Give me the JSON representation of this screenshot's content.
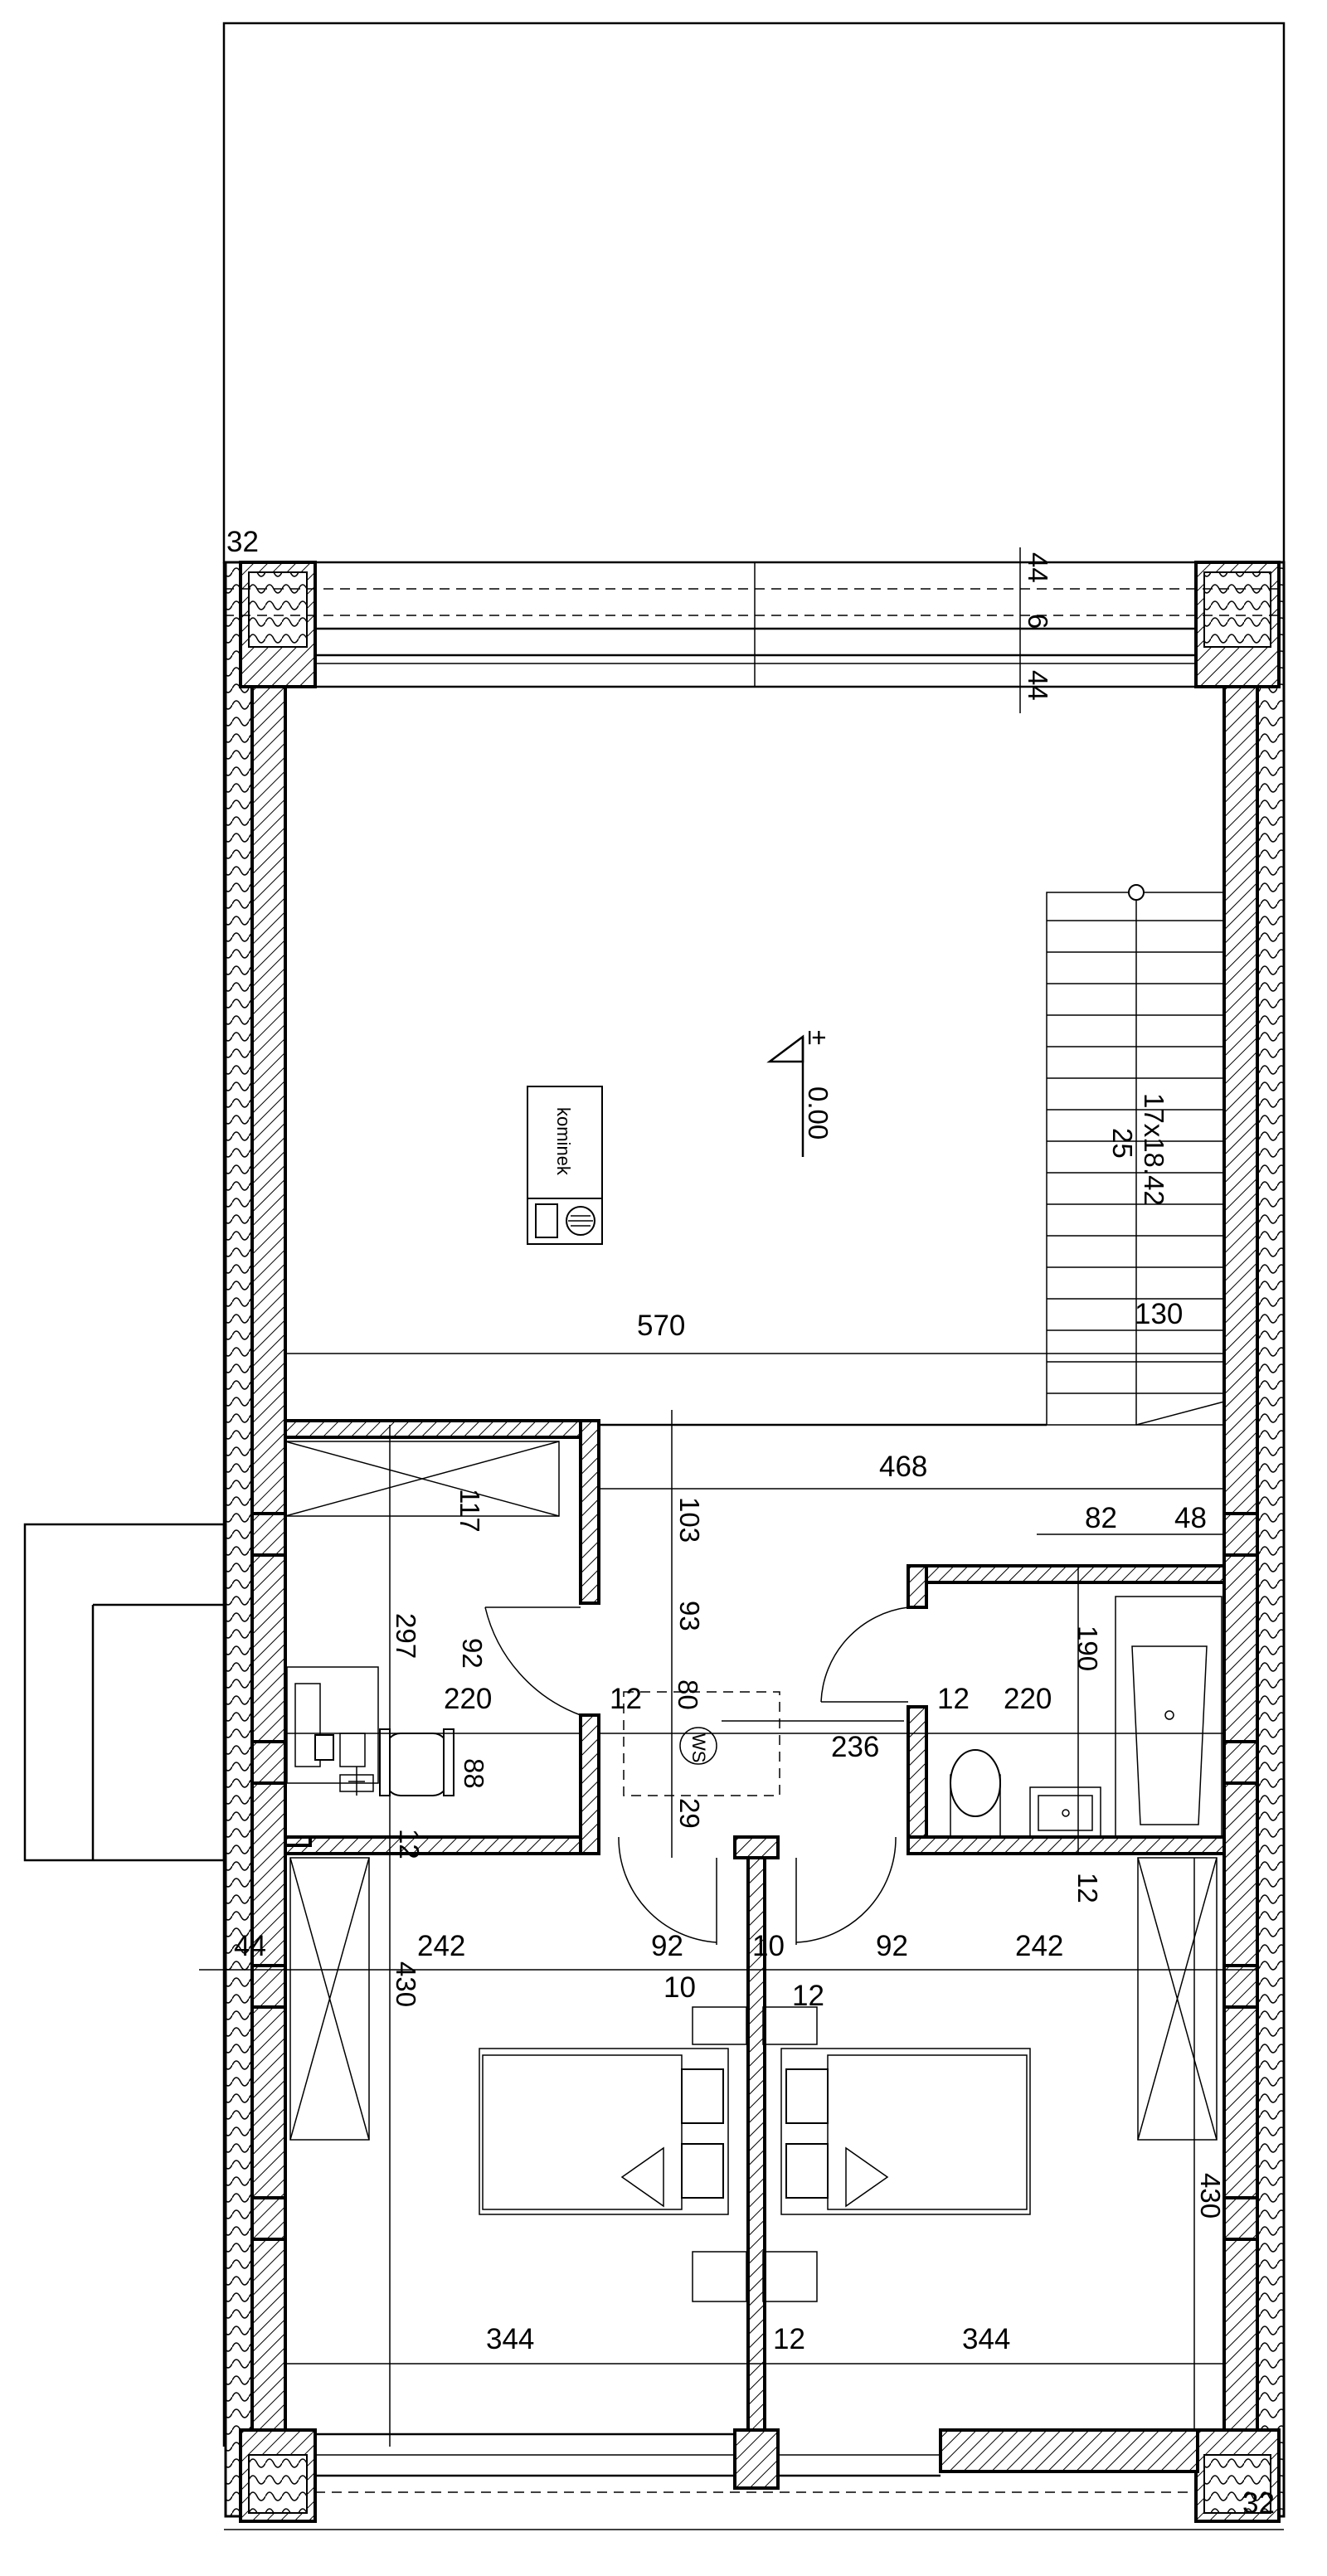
{
  "labels": {
    "fireplace": "kominek",
    "level_sign": "±",
    "level_value": "0.00",
    "stairs_count": "17x18.42",
    "stairs_tread": "25",
    "washing": "WS"
  },
  "dimensions": {
    "d_32_top": "32",
    "d_44_a": "44",
    "d_6": "6",
    "d_44_b": "44",
    "d_570": "570",
    "d_130": "130",
    "d_468": "468",
    "d_82": "82",
    "d_48": "48",
    "d_117": "117",
    "d_103": "103",
    "d_297": "297",
    "d_93": "93",
    "d_190": "190",
    "d_92_door": "92",
    "d_220_left": "220",
    "d_12_a": "12",
    "d_80": "80",
    "d_12_b": "12",
    "d_220_right": "220",
    "d_236": "236",
    "d_88": "88",
    "d_29": "29",
    "d_12_c": "12",
    "d_12_d": "12",
    "d_44_left": "44",
    "d_242_left": "242",
    "d_92_left": "92",
    "d_10_a": "10",
    "d_92_right": "92",
    "d_242_right": "242",
    "d_430_left": "430",
    "d_10_b": "10",
    "d_12_e": "12",
    "d_430_right": "430",
    "d_344_left": "344",
    "d_12_f": "12",
    "d_344_right": "344",
    "d_32_bottom": "32"
  }
}
